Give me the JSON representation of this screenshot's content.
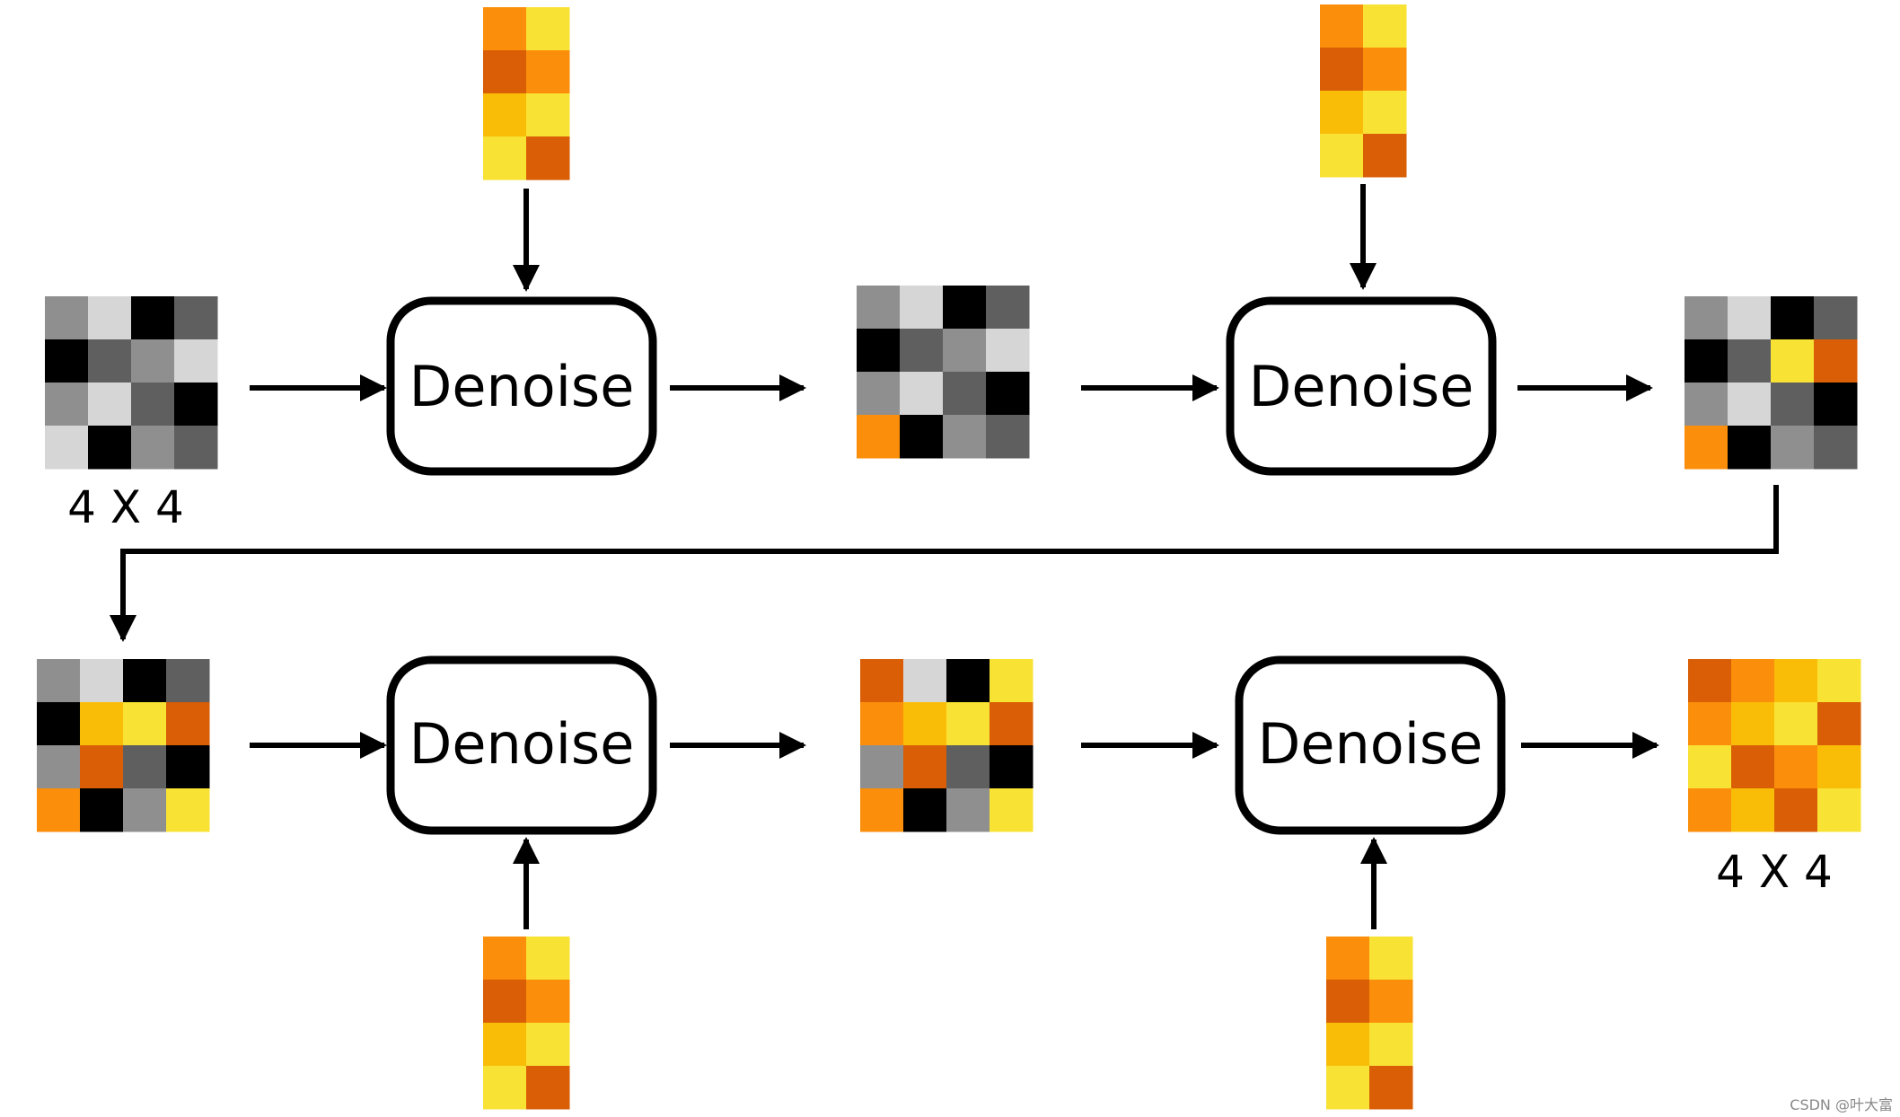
{
  "palette": {
    "G1": "#8f8f8f",
    "G2": "#d6d6d6",
    "K": "#000000",
    "G3": "#5f5f5f",
    "O": "#fb8e0a",
    "R": "#d95e05",
    "Y": "#f9bd07",
    "L": "#f8e234"
  },
  "stroke_color": "#000000",
  "box_label": "Denoise",
  "size_label": "4 X 4",
  "watermark": "CSDN @叶大富",
  "grids": {
    "input": [
      [
        "G1",
        "G2",
        "K",
        "G3"
      ],
      [
        "K",
        "G3",
        "G1",
        "G2"
      ],
      [
        "G1",
        "G2",
        "G3",
        "K"
      ],
      [
        "G2",
        "K",
        "G1",
        "G3"
      ]
    ],
    "step1": [
      [
        "G1",
        "G2",
        "K",
        "G3"
      ],
      [
        "K",
        "G3",
        "G1",
        "G2"
      ],
      [
        "G1",
        "G2",
        "G3",
        "K"
      ],
      [
        "O",
        "K",
        "G1",
        "G3"
      ]
    ],
    "step2": [
      [
        "G1",
        "G2",
        "K",
        "G3"
      ],
      [
        "K",
        "G3",
        "L",
        "R"
      ],
      [
        "G1",
        "G2",
        "G3",
        "K"
      ],
      [
        "O",
        "K",
        "G1",
        "G3"
      ]
    ],
    "step2_copy": [
      [
        "G1",
        "G2",
        "K",
        "G3"
      ],
      [
        "K",
        "Y",
        "L",
        "R"
      ],
      [
        "G1",
        "R",
        "G3",
        "K"
      ],
      [
        "O",
        "K",
        "G1",
        "L"
      ]
    ],
    "step3": [
      [
        "R",
        "G2",
        "K",
        "L"
      ],
      [
        "O",
        "Y",
        "L",
        "R"
      ],
      [
        "G1",
        "R",
        "G3",
        "K"
      ],
      [
        "O",
        "K",
        "G1",
        "L"
      ]
    ],
    "output": [
      [
        "R",
        "O",
        "Y",
        "L"
      ],
      [
        "O",
        "Y",
        "L",
        "R"
      ],
      [
        "L",
        "R",
        "O",
        "Y"
      ],
      [
        "O",
        "Y",
        "R",
        "L"
      ]
    ],
    "cond1": [
      [
        "O",
        "L"
      ],
      [
        "R",
        "O"
      ],
      [
        "Y",
        "L"
      ],
      [
        "L",
        "R"
      ]
    ],
    "cond2": [
      [
        "O",
        "L"
      ],
      [
        "R",
        "O"
      ],
      [
        "Y",
        "L"
      ],
      [
        "L",
        "R"
      ]
    ],
    "cond3": [
      [
        "O",
        "L"
      ],
      [
        "R",
        "O"
      ],
      [
        "Y",
        "L"
      ],
      [
        "L",
        "R"
      ]
    ],
    "cond4": [
      [
        "O",
        "L"
      ],
      [
        "R",
        "O"
      ],
      [
        "Y",
        "L"
      ],
      [
        "L",
        "R"
      ]
    ]
  }
}
